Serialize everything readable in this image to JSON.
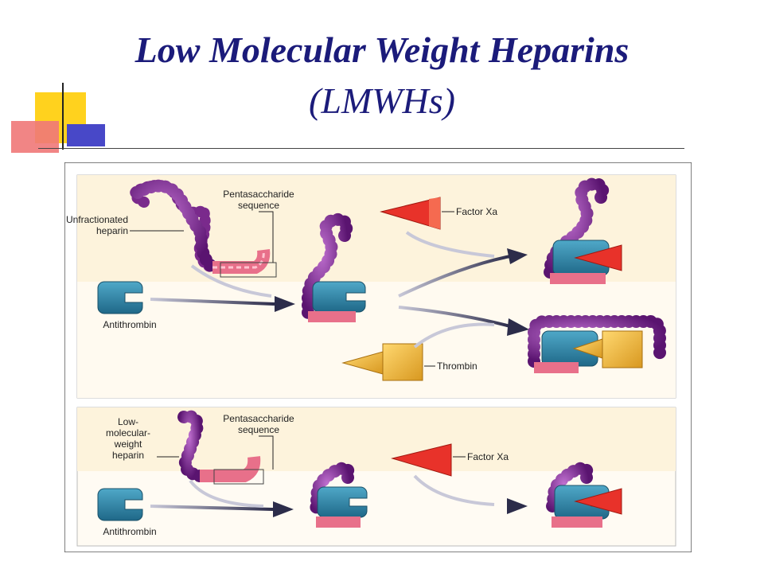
{
  "slide": {
    "title": "Low Molecular Weight Heparins",
    "subtitle": "(LMWHs)"
  },
  "panel_top": {
    "heparin_label": "Unfractionated heparin",
    "heparin_label_line1": "Unfractionated",
    "heparin_label_line2": "heparin",
    "pentasaccharide_line1": "Pentasaccharide",
    "pentasaccharide_line2": "sequence",
    "antithrombin_label": "Antithrombin",
    "factor_xa_label": "Factor Xa",
    "thrombin_label": "Thrombin"
  },
  "panel_bottom": {
    "heparin_line1": "Low-",
    "heparin_line2": "molecular-",
    "heparin_line3": "weight",
    "heparin_line4": "heparin",
    "pentasaccharide_line1": "Pentasaccharide",
    "pentasaccharide_line2": "sequence",
    "antithrombin_label": "Antithrombin",
    "factor_xa_label": "Factor Xa"
  },
  "colors": {
    "title": "#1b1b7a",
    "heparin_chain": "#7a2a8c",
    "pentasaccharide": "#e8708a",
    "antithrombin": "#2a7fa0",
    "factor_xa": "#e8322a",
    "thrombin": "#f0b830",
    "arrow": "#3c3c5c"
  }
}
